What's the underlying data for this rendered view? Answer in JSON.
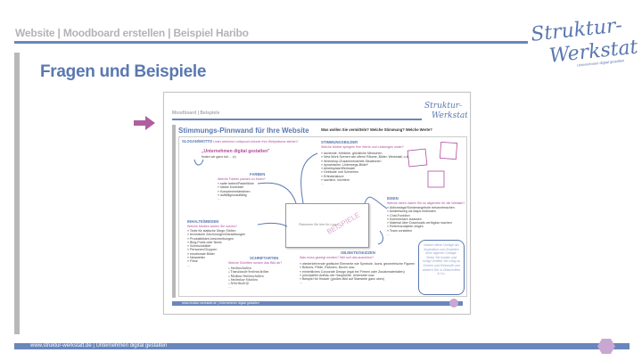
{
  "header": {
    "breadcrumb": "Website | Moodboard erstellen | Beispiel Haribo",
    "logo_text": "Struktur-Werkstatt",
    "logo_tagline": "Unternehmen digital gestalten"
  },
  "slide": {
    "title": "Fragen und Beispiele"
  },
  "footer": {
    "text": "www.struktur-werkstatt.de | Unternehmen digital gestalten"
  },
  "colors": {
    "accent": "#5a78b0",
    "purple": "#b04ea0",
    "gray": "#b8b8b8",
    "hexagon": "#c9a7d3"
  },
  "arrow_icon": "arrow-right-icon",
  "thumbnail": {
    "header": "Moodboard | Beispiele",
    "title": "Stimmungs-Pinnwand für Ihre Website",
    "subtitle": "Was wollen Sie vermitteln? Welche Stimmung? Welche Werte?",
    "slogan": {
      "label": "SLOGAN/MOTTO",
      "question": "Unter welchem Leitspruch könnte Ihre Webpräsenz stehen?",
      "example": "„Unternehmen digital gestalten\"",
      "note": "finden wir ganz toll… ;o)"
    },
    "farben": {
      "label": "FARBEN",
      "question": "Welche Farben passen zu Ihnen?",
      "items": [
        "satte farben/Pastelltöne",
        "starke Kontraste",
        "Komplementärfarben",
        "auffällig/unauffällig",
        "…"
      ]
    },
    "inhalte": {
      "label": "INHALTE/MEDIEN",
      "question": "Welche Medien wollen Sie nutzen?",
      "items": [
        "Texte für statische Dinge /Seiten",
        "technische Zeichnungen/Darstellungen",
        "Produktbilder/-beschreibungen",
        "Blog-Posts oder News",
        "Schmuckbilder",
        "Personen/Gruppen",
        "emotionale Bilder",
        "Newsletter",
        "Filme",
        "…"
      ]
    },
    "schriften": {
      "label": "SCHRIFTARTEN",
      "question": "Welche Schriften runden das Bild ab?",
      "items": [
        "Serifenschriften",
        "Transitionale Serifenschriften",
        "Moderne Serifenschriften",
        "Serifenlose Schriften",
        "Schreibschrift",
        "…"
      ]
    },
    "stimmung": {
      "label": "STIMMUNGSBILDER",
      "question": "Welche Motive spiegeln Ihre Werte und Leistungen wider?",
      "items": [
        "lachende, fröhliche, glückliche Menschen",
        "New Work Szenen wie offene Räume, Bilder, Werkstatt, o.ä.",
        "Workshop-/Zusammenarbeit-Situationen",
        "dynamische „Unterwegs-Bilder\"",
        "Arbeitsplatz/Werkstatt",
        "Gebäude und Szenerien",
        "Erfinderlabore",
        "sachlich, nüchtern",
        "…"
      ]
    },
    "ideen": {
      "label": "IDEEN",
      "question": "Welche Ideen haben Sie so allgemein für die Website?",
      "items": [
        "Aktionstage/Sonderangebote bekanntmachen",
        "Anfahrtsweg via Maps einbinden",
        "Chat-Funktion",
        "Kommentare zulassen",
        "Material über Downloads verfügbar machen",
        "Referenzobjekte zeigen",
        "Team vorstellen",
        "…"
      ]
    },
    "objekte": {
      "label": "OBJEKTE/SKIZZEN",
      "question": "Was muss gezeigt werden? Wie soll das aussehen?",
      "items": [
        "wiederkehrende grafische Elemente wie Symbole, Icons, geometrische Figuren",
        "Buttons, Pfeile, Rahmen, Boxen usw.",
        "einheitliches Corporate Design (egal bei Firmen oder Zusatzmaterialien)",
        "prinzipieller Aufbau der Hauptseite, Unterseite usw.",
        "Beispiel für Header (großes Bild auf Startseite ganz oben)",
        "…"
      ]
    },
    "logo_box": "Platzieren Sie hier Ihr Logo!",
    "watermark": "BEISPIELE",
    "speech": "Nutzen diese Vorlage als Inspiration zum Erstellen Ihrer eigenen Collage. Seien Sie kreativ und mutig! Greifen Sie ruhig zu Schere und Klebestift und stöbern Sie in Zeitschriften & Co.",
    "footer": "www.struktur-werkstatt.de | Unternehmen digital gestalten"
  }
}
